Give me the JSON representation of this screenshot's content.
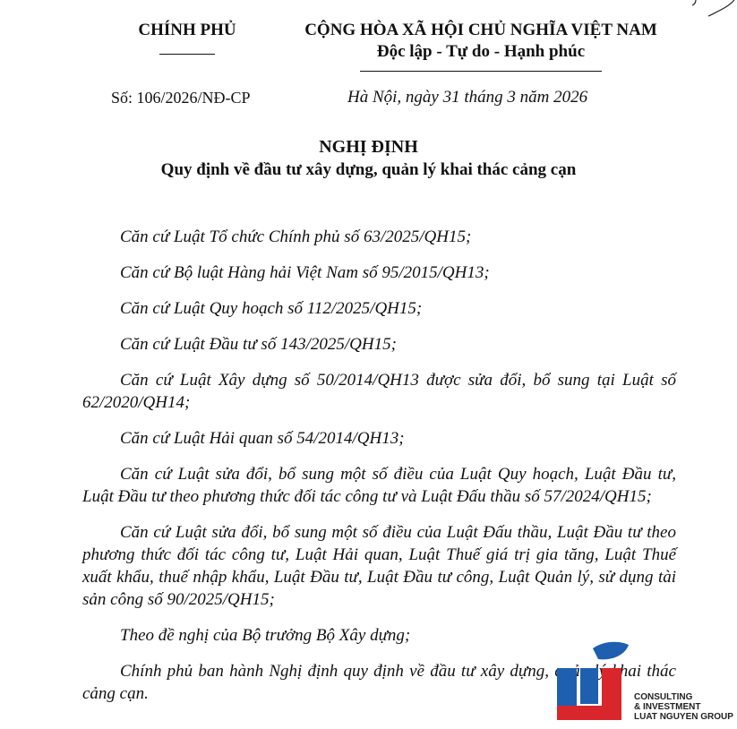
{
  "header": {
    "issuer": "CHÍNH PHỦ",
    "country": "CỘNG HÒA XÃ HỘI CHỦ NGHĨA VIỆT NAM",
    "motto": "Độc lập - Tự do - Hạnh phúc",
    "number": "Số: 106/2026/NĐ-CP",
    "place_date": "Hà Nội, ngày 31 tháng 3 năm 2026"
  },
  "title": "NGHỊ ĐỊNH",
  "subtitle": "Quy định về đầu tư xây dựng, quản lý khai thác cảng cạn",
  "paragraphs": [
    "Căn cứ Luật Tổ chức Chính phủ số 63/2025/QH15;",
    "Căn cứ Bộ luật Hàng hải Việt Nam số 95/2015/QH13;",
    "Căn cứ Luật Quy hoạch số 112/2025/QH15;",
    "Căn cứ Luật Đầu tư số 143/2025/QH15;",
    "Căn cứ Luật Xây dựng số 50/2014/QH13 được sửa đổi, bổ sung tại Luật số 62/2020/QH14;",
    "Căn cứ Luật Hải quan số 54/2014/QH13;",
    "Căn cứ Luật sửa đổi, bổ sung một số điều của Luật Quy hoạch, Luật Đầu tư, Luật Đầu tư theo phương thức đối tác công tư và Luật Đấu thầu số 57/2024/QH15;",
    "Căn cứ Luật sửa đổi, bổ sung một số điều của Luật Đấu thầu, Luật Đầu tư theo phương thức đối tác công tư, Luật Hải quan, Luật Thuế giá trị gia tăng, Luật Thuế xuất khẩu, thuế nhập khẩu, Luật Đầu tư, Luật Đầu tư công, Luật Quản lý, sử dụng tài sản công số 90/2025/QH15;",
    "Theo đề nghị của Bộ trưởng Bộ Xây dựng;",
    "Chính phủ ban hành Nghị định quy định về đầu tư xây dựng, quản lý khai thác cảng cạn."
  ],
  "watermark": {
    "line1": "CONSULTING",
    "line2": "& INVESTMENT",
    "line3": "LUAT NGUYEN GROUP",
    "colors": {
      "blue": "#1f5fb0",
      "red": "#d8262c"
    }
  }
}
